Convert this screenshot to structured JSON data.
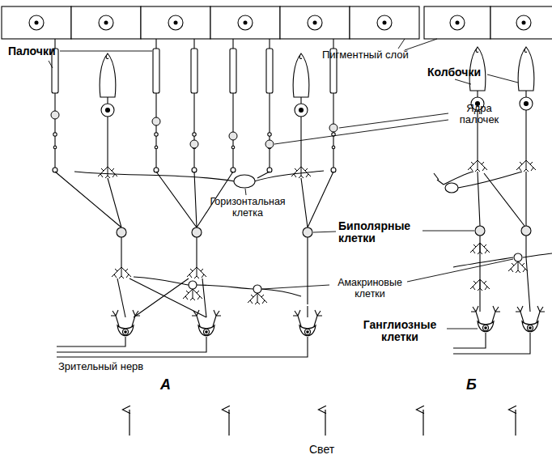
{
  "diagram": {
    "labels": [
      "Палочки",
      "Пигментный слой",
      "Колбочки",
      "Ядра палочек",
      "Горизонтальная клетка",
      "Биполярные клетки",
      "Амакриновые клетки",
      "Ганглиозные клетки",
      "Зрительный нерв",
      "А",
      "Б",
      "Свет"
    ]
  }
}
